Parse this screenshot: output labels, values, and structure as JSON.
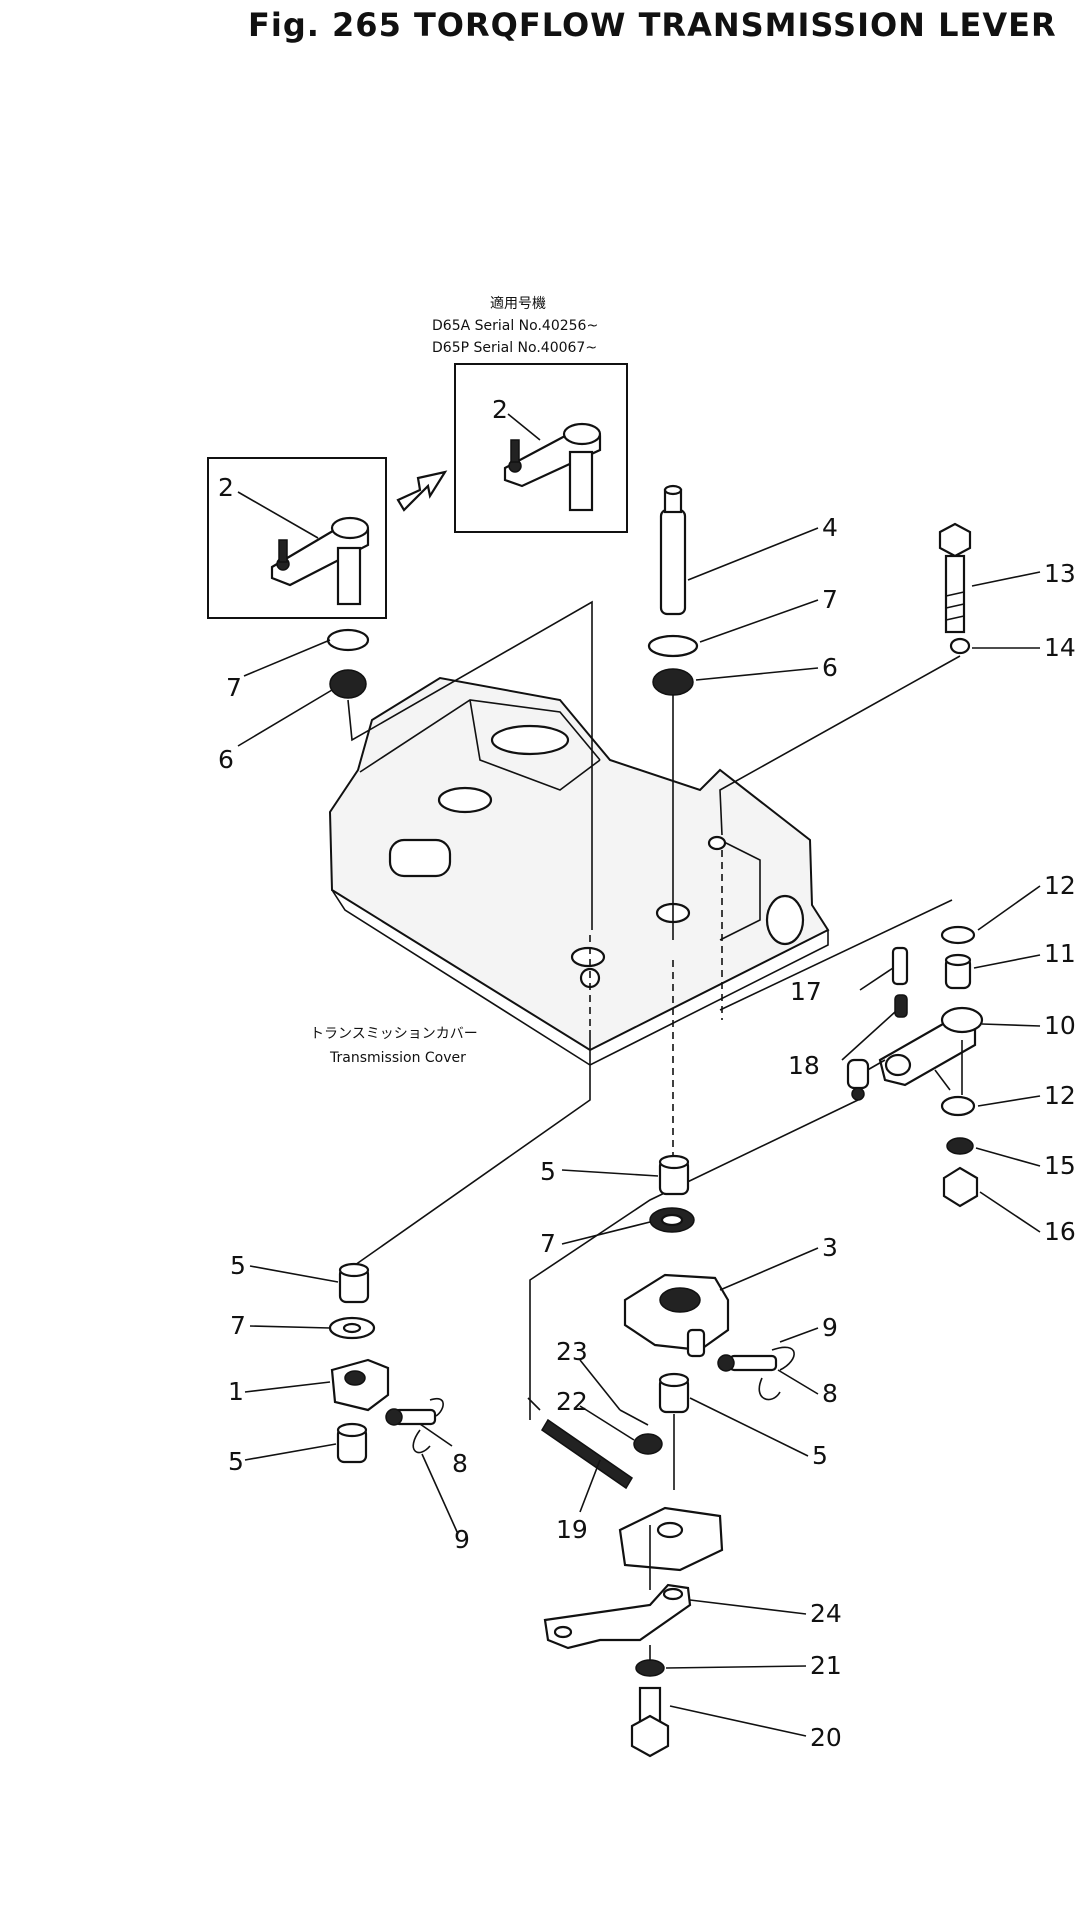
{
  "figure": {
    "title": "Fig. 265   TORQFLOW TRANSMISSION LEVER"
  },
  "inset_note": {
    "jp": "適用号機",
    "line1": "D65A Serial No.40256~",
    "line2": "D65P Serial No.40067~"
  },
  "cover_label": {
    "jp": "トランスミッションカバー",
    "en": "Transmission Cover"
  },
  "callouts": [
    {
      "id": "c-2a",
      "text": "2"
    },
    {
      "id": "c-2b",
      "text": "2"
    },
    {
      "id": "c-4",
      "text": "4"
    },
    {
      "id": "c-7a",
      "text": "7"
    },
    {
      "id": "c-6a",
      "text": "6"
    },
    {
      "id": "c-13",
      "text": "13"
    },
    {
      "id": "c-14",
      "text": "14"
    },
    {
      "id": "c-7b",
      "text": "7"
    },
    {
      "id": "c-6b",
      "text": "6"
    },
    {
      "id": "c-12a",
      "text": "12"
    },
    {
      "id": "c-11",
      "text": "11"
    },
    {
      "id": "c-17",
      "text": "17"
    },
    {
      "id": "c-10",
      "text": "10"
    },
    {
      "id": "c-18",
      "text": "18"
    },
    {
      "id": "c-12b",
      "text": "12"
    },
    {
      "id": "c-15",
      "text": "15"
    },
    {
      "id": "c-16",
      "text": "16"
    },
    {
      "id": "c-5a",
      "text": "5"
    },
    {
      "id": "c-7c",
      "text": "7"
    },
    {
      "id": "c-3",
      "text": "3"
    },
    {
      "id": "c-5b",
      "text": "5"
    },
    {
      "id": "c-7d",
      "text": "7"
    },
    {
      "id": "c-9a",
      "text": "9"
    },
    {
      "id": "c-1",
      "text": "1"
    },
    {
      "id": "c-8a",
      "text": "8"
    },
    {
      "id": "c-23",
      "text": "23"
    },
    {
      "id": "c-22",
      "text": "22"
    },
    {
      "id": "c-5c",
      "text": "5"
    },
    {
      "id": "c-5d",
      "text": "5"
    },
    {
      "id": "c-8b",
      "text": "8"
    },
    {
      "id": "c-19",
      "text": "19"
    },
    {
      "id": "c-9b",
      "text": "9"
    },
    {
      "id": "c-24",
      "text": "24"
    },
    {
      "id": "c-21",
      "text": "21"
    },
    {
      "id": "c-20",
      "text": "20"
    }
  ]
}
